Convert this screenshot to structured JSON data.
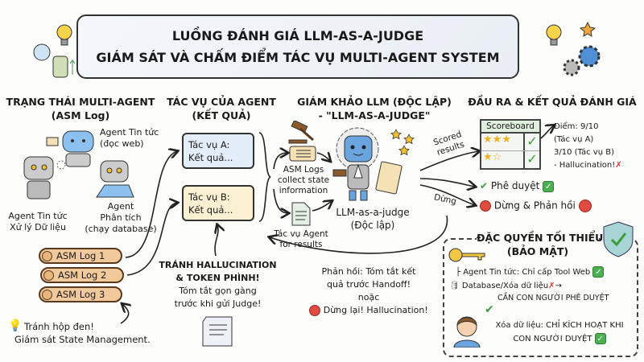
{
  "title": {
    "line1": "LUỒNG ĐÁNH GIÁ LLM-AS-A-JUDGE",
    "line2": "GIÁM SÁT VÀ CHẤM ĐIỂM TÁC VỤ MULTI-AGENT SYSTEM"
  },
  "state": {
    "heading1": "TRẠNG THÁI MULTI-AGENT",
    "heading2": "(ASM Log)",
    "agent_news_web": [
      "Agent Tin tức",
      "(đọc web)"
    ],
    "agent_news_data": [
      "Agent Tin tức",
      "Xử lý Dữ liệu"
    ],
    "agent_analysis": [
      "Agent",
      "Phân tích",
      "(chạy database)"
    ],
    "logs": [
      "ASM Log 1",
      "ASM Log 2",
      "ASM Log 3"
    ],
    "note": [
      "Tránh hộp đen!",
      "Giám sát State Management."
    ]
  },
  "tasks": {
    "heading1": "TÁC VỤ CỦA AGENT",
    "heading2": "(KẾT QUẢ)",
    "task_a": [
      "Tác vụ A:",
      "Kết quả..."
    ],
    "task_b": [
      "Tác vụ B:",
      "Kết quả..."
    ],
    "warning": [
      "TRÁNH HALLUCINATION",
      "& TOKEN PHÌNH!",
      "Tóm tắt gọn gàng",
      "trước khi gửi Judge!"
    ]
  },
  "judge": {
    "heading1": "GIÁM KHẢO LLM (ĐỘC LẬP)",
    "heading2": "- \"LLM-AS-A-JUDGE\"",
    "logs_label": [
      "ASM Logs",
      "collect state",
      "information"
    ],
    "task_label": [
      "Tác vụ Agent",
      "for results"
    ],
    "judge_label": [
      "LLM-as-a-judge",
      "(Độc lập)"
    ],
    "scored_label": [
      "Scored",
      "results"
    ],
    "stop_label": "Dừng",
    "feedback": [
      "Phản hồi: Tóm tắt kết",
      "quả trước Handoff!",
      "noặc",
      "Dừng lại! Hallucination!"
    ]
  },
  "output": {
    "heading": "ĐẦU RA & KẾT QUẢ ĐÁNH GIÁ",
    "scoreboard_title": "Scoreboard",
    "scoreboard_rows": [
      {
        "stars": 3,
        "max": 3,
        "ok": true
      },
      {
        "stars": 1,
        "max": 2,
        "ok": true
      }
    ],
    "scores": [
      "Điểm: 9/10",
      "(Tác vụ A)",
      "3/10 (Tác vụ B)",
      "- Hallucination!"
    ],
    "approve": "Phê duyệt",
    "stop": "Dừng & Phản hồi"
  },
  "privilege": {
    "heading1": "ĐẶC QUYỀN TỐI THIỂU",
    "heading2": "(BẢO MẬT)",
    "news_agent": "Agent Tin tức: Chỉ cấp Tool Web",
    "database": "Database/Xóa dữ liệu",
    "needs_human": [
      "CẦN CON NGƯỜI",
      "PHÊ DUYỆT"
    ],
    "delete": [
      "Xóa dữ liệu: CHỈ KÍCH HOẠT KHI",
      "CON NGƯỜI DUYỆT"
    ]
  },
  "colors": {
    "task_a": "#e3eef9",
    "task_b": "#fbf0d2",
    "log": "#f1c99b",
    "approve": "#4caf50",
    "stop": "#e04b3f",
    "robot": "#6aa5e0"
  }
}
